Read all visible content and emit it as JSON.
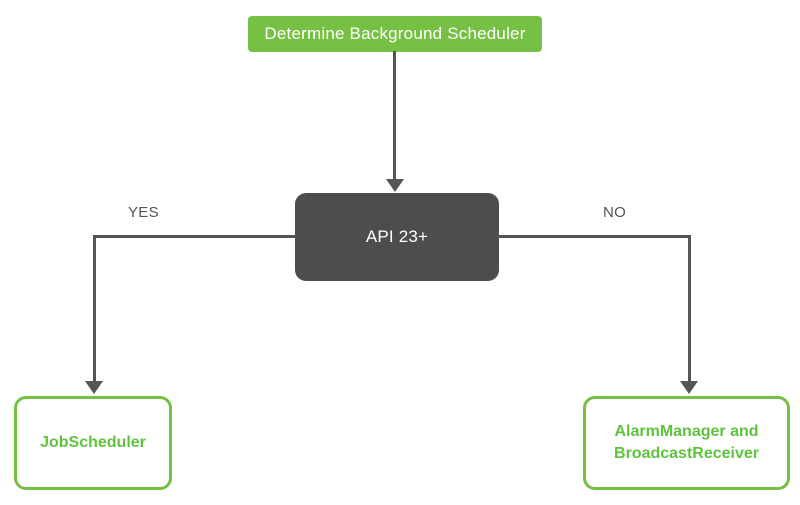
{
  "diagram": {
    "title_node": {
      "label": "Determine Background Scheduler"
    },
    "decision_node": {
      "label": "API 23+"
    },
    "branch_labels": {
      "yes": "YES",
      "no": "NO"
    },
    "outcome_left": {
      "label": "JobScheduler"
    },
    "outcome_right": {
      "line1": "AlarmManager and",
      "line2": "BroadcastReceiver"
    },
    "colors": {
      "green": "#76c043",
      "green_text": "#5ec43c",
      "dark": "#4d4d4d",
      "edge": "#555555",
      "background": "#ffffff",
      "white_text": "#ffffff"
    }
  }
}
